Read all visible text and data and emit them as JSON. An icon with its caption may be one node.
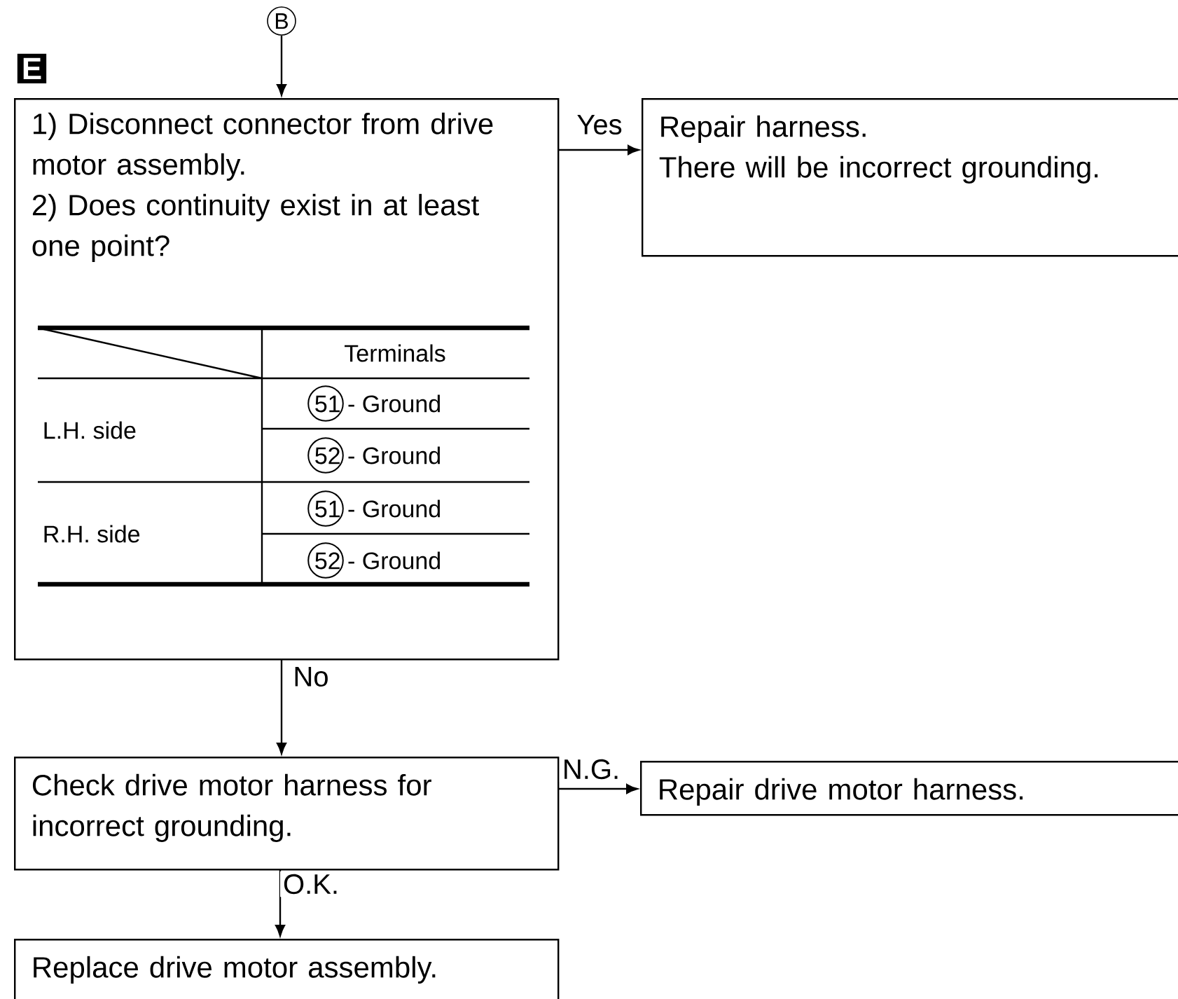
{
  "diagram": {
    "nodes": [
      {
        "text": [
          "B"
        ]
      },
      {
        "text": [
          "E",
          "1) Disconnect connector from drive motor assembly.",
          "2) Does continuity exist in at least one point?"
        ]
      },
      {
        "text": [
          "Repair harness.",
          "There will be incorrect grounding."
        ]
      },
      {
        "text": [
          "Check drive motor harness for incorrect grounding."
        ]
      },
      {
        "text": [
          "Repair drive motor harness."
        ]
      },
      {
        "text": [
          "Replace drive motor assembly."
        ]
      }
    ],
    "edges": [
      {
        "from": 0,
        "to": 1,
        "arrow": "to"
      },
      {
        "from": 1,
        "to": 2,
        "arrow": "to",
        "label": "Yes"
      },
      {
        "from": 1,
        "to": 3,
        "arrow": "to",
        "label": "No"
      },
      {
        "from": 3,
        "to": 4,
        "arrow": "to",
        "label": "N.G."
      },
      {
        "from": 3,
        "to": 5,
        "arrow": "to",
        "label": "O.K."
      }
    ],
    "labels": [
      "Terminals",
      "L.H. side",
      "51 - Ground",
      "52 - Ground",
      "R.H. side",
      "51 - Ground",
      "52 - Ground"
    ]
  }
}
